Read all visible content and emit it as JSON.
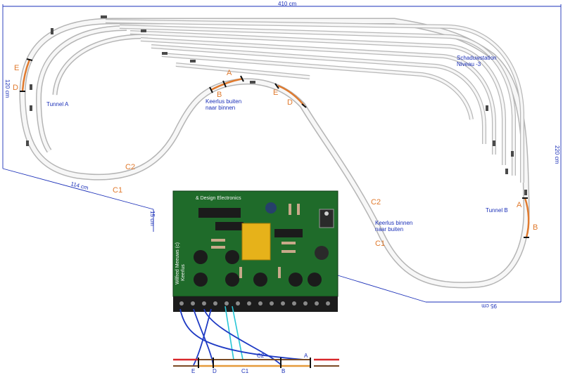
{
  "dimensions": {
    "top_width": "410 cm",
    "left_height": "120 cm",
    "right_height": "220 cm",
    "left_diag": "114 cm",
    "left_small": "15 cm",
    "bottom_right": "95 cm"
  },
  "labels": {
    "tunnel_a": "Tunnel A",
    "tunnel_b": "Tunnel B",
    "shadow_station_1": "Schaduwstation",
    "shadow_station_2": "Niveau -3",
    "keerlus_1_line1": "Keerlus buiten",
    "keerlus_1_line2": "naar binnen",
    "keerlus_2_line1": "Keerlus binnen",
    "keerlus_2_line2": "naar buiten"
  },
  "sections": {
    "E_left": "E",
    "D_left": "D",
    "A_mid": "A",
    "B_mid": "B",
    "E_mid": "E",
    "D_mid": "D",
    "C2_left": "C2",
    "C1_left": "C1",
    "C2_right": "C2",
    "C1_right": "C1",
    "A_right": "A",
    "B_right": "B"
  },
  "pcb": {
    "brand": "& Design Electronics",
    "side_text": "Wilfred Meeuws (c)",
    "model": "Keerlus"
  },
  "wiring": {
    "c2": "C2",
    "c1": "C1",
    "a": "A",
    "b": "B",
    "d": "D",
    "e": "E"
  },
  "colors": {
    "dimension_line": "#1a2fb8",
    "section_orange": "#e07a2e",
    "pcb_green": "#1f6b2a",
    "wire_cyan": "#27c6d6",
    "wire_blue": "#1e3ac4",
    "rail_red": "#d8262a",
    "rail_brown": "#7a4a24"
  }
}
